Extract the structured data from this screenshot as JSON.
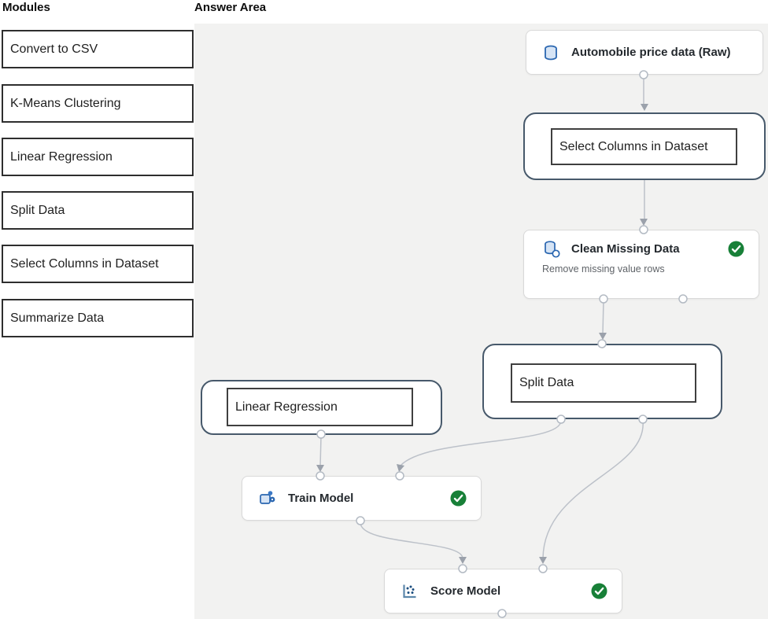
{
  "modules_panel": {
    "title": "Modules",
    "items": [
      "Convert to CSV",
      "K-Means Clustering",
      "Linear Regression",
      "Split Data",
      "Select Columns in Dataset",
      "Summarize Data"
    ]
  },
  "answer_area": {
    "title": "Answer Area",
    "nodes": {
      "dataset": {
        "label": "Automobile price data (Raw)",
        "icon": "database-icon"
      },
      "select_columns": {
        "label": "Select Columns in Dataset",
        "placed_from": "modules"
      },
      "clean_missing": {
        "label": "Clean Missing Data",
        "description": "Remove missing value rows",
        "status": "succeeded",
        "icon": "clean-data-icon",
        "status_icon": "check-circle-icon"
      },
      "split_data": {
        "label": "Split Data",
        "placed_from": "modules"
      },
      "linear_regression": {
        "label": "Linear Regression",
        "placed_from": "modules"
      },
      "train_model": {
        "label": "Train Model",
        "status": "succeeded",
        "icon": "train-model-icon",
        "status_icon": "check-circle-icon"
      },
      "score_model": {
        "label": "Score Model",
        "status": "succeeded",
        "icon": "score-model-icon",
        "status_icon": "check-circle-icon"
      }
    }
  },
  "colors": {
    "canvas_bg": "#f2f2f1",
    "node_border": "#d9d9d9",
    "dropped_border": "#47596b",
    "inner_slot_border": "#3f3f3f",
    "accent_blue": "#2a66b0",
    "success_green": "#188038",
    "connector": "#bcc1c9",
    "arrowhead": "#9ba1ab"
  }
}
